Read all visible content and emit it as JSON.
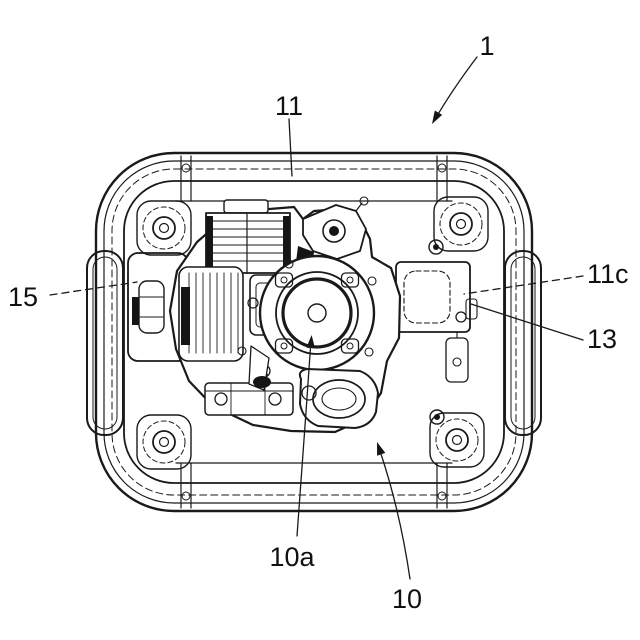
{
  "figure": {
    "colors": {
      "background": "#ffffff",
      "line": "#1a1a1a"
    },
    "reference_labels": {
      "r1": "1",
      "r11": "11",
      "r15": "15",
      "r11c": "11c",
      "r13": "13",
      "r10a": "10a",
      "r10": "10"
    }
  }
}
